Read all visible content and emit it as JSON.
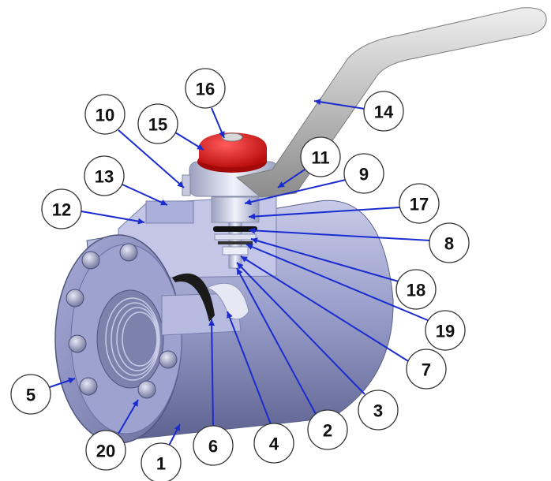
{
  "colors": {
    "leader": "#1b2ccf",
    "body": "#8a8fb8",
    "body_light": "#b9bde0",
    "body_dark": "#5d6290",
    "handle": "#b5b5b5",
    "cap": "#e01515",
    "callout_fill": "#ffffff",
    "callout_stroke": "#333333"
  },
  "callouts": [
    {
      "label": "1"
    },
    {
      "label": "2"
    },
    {
      "label": "3"
    },
    {
      "label": "4"
    },
    {
      "label": "5"
    },
    {
      "label": "6"
    },
    {
      "label": "7"
    },
    {
      "label": "8"
    },
    {
      "label": "9"
    },
    {
      "label": "10"
    },
    {
      "label": "11"
    },
    {
      "label": "12"
    },
    {
      "label": "13"
    },
    {
      "label": "14"
    },
    {
      "label": "15"
    },
    {
      "label": "16"
    },
    {
      "label": "17"
    },
    {
      "label": "18"
    },
    {
      "label": "19"
    },
    {
      "label": "20"
    }
  ]
}
